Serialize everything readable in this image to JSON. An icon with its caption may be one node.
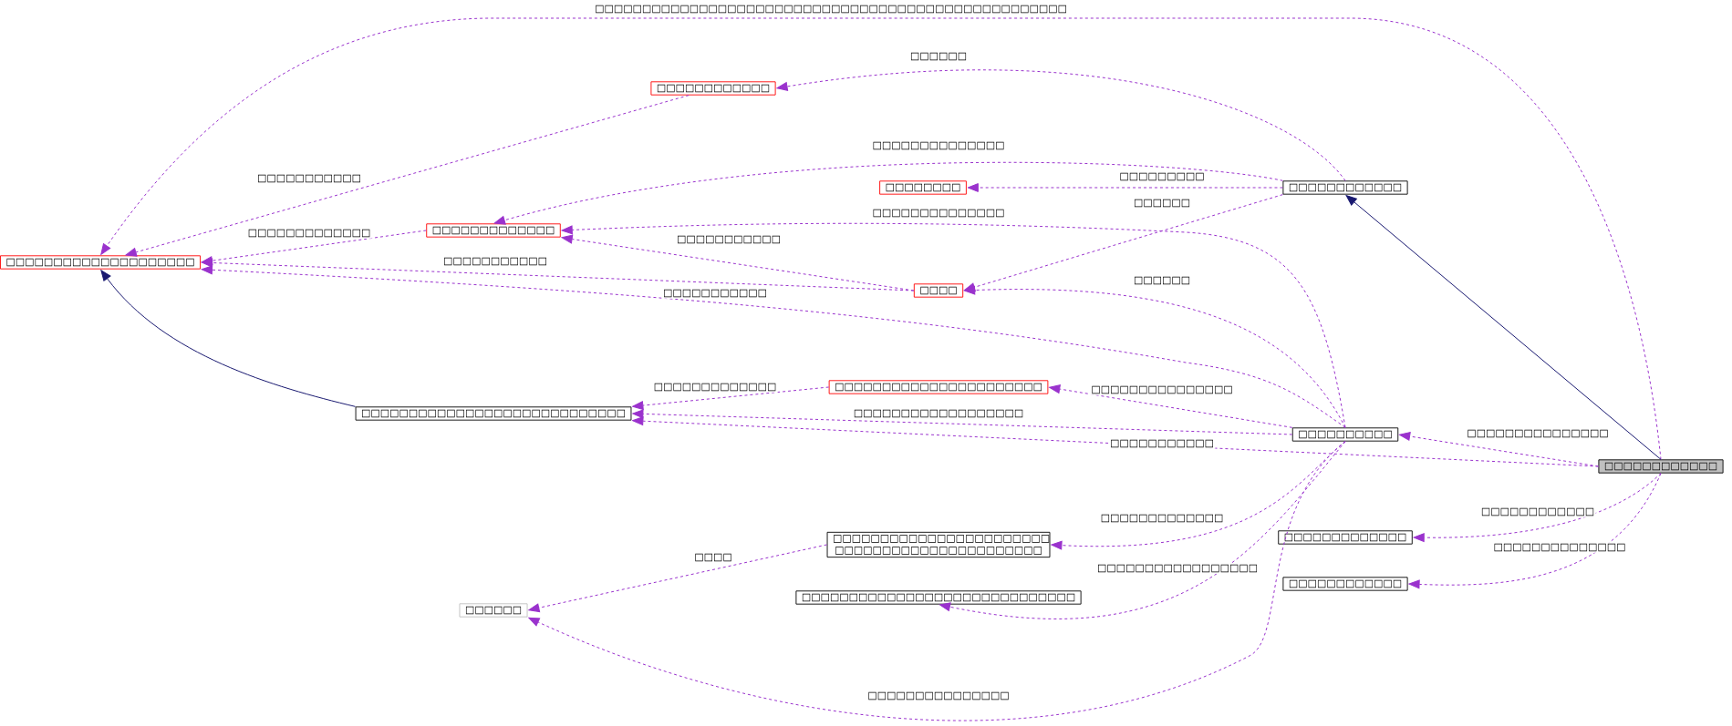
{
  "diagram": {
    "nodes": [
      {
        "text": [
          "□□□□□□□□□□□□□□□□□□□□"
        ]
      },
      {
        "text": [
          "□□□□□□□□□□□□"
        ]
      },
      {
        "text": [
          "□□□□□□□□□□□□□"
        ]
      },
      {
        "text": [
          "□□□□□□□□"
        ]
      },
      {
        "text": [
          "□□□□□□□□□□□□"
        ]
      },
      {
        "text": [
          "□□□□"
        ]
      },
      {
        "text": [
          "□□□□□□□□□□□□□□□□□□□□□□□□□□□□"
        ]
      },
      {
        "text": [
          "□□□□□□□□□□□□□□□□□□□□□□"
        ]
      },
      {
        "text": [
          "□□□□□□□□□□"
        ]
      },
      {
        "text": [
          "□□□□□□□□□□□□"
        ]
      },
      {
        "text": [
          "□□□□□□□□□□□□□□□□□□□□□□□ □□□□□□□□□□□□□□□□□□□□□□"
        ]
      },
      {
        "text": [
          "□□□□□□□□□□□□□"
        ]
      },
      {
        "text": [
          "□□□□□□□□□□□□"
        ]
      },
      {
        "text": [
          "□□□□□□□□□□□□□□□□□□□□□□□□□□□□□"
        ]
      },
      {
        "text": [
          "□□□□□□"
        ]
      }
    ],
    "edges": [
      {
        "from": 9,
        "to": 0,
        "arrow": "to",
        "style": "dashed",
        "label": "□□□□□□□□□□□□□□□□□□□□□□□□□□□□□□□□□□□□□□□□□□□□□□□□□□"
      },
      {
        "from": 1,
        "to": 0,
        "arrow": "to",
        "style": "dashed",
        "label": "□□□□□□□□□□□"
      },
      {
        "from": 4,
        "to": 1,
        "arrow": "to",
        "style": "dashed",
        "label": "□□□□□□"
      },
      {
        "from": 4,
        "to": 2,
        "arrow": "to",
        "style": "dashed",
        "label": "□□□□□□□□□□□□□□"
      },
      {
        "from": 4,
        "to": 3,
        "arrow": "to",
        "style": "dashed",
        "label": "□□□□□□□□□"
      },
      {
        "from": 4,
        "to": 5,
        "arrow": "to",
        "style": "dashed",
        "label": "□□□□□□"
      },
      {
        "from": 2,
        "to": 0,
        "arrow": "to",
        "style": "dashed",
        "label": "□□□□□□□□□□□□□"
      },
      {
        "from": 5,
        "to": 2,
        "arrow": "to",
        "style": "dashed",
        "label": "□□□□□□□□□□□"
      },
      {
        "from": 5,
        "to": 0,
        "arrow": "to",
        "style": "dashed",
        "label": "□□□□□□□□□□□"
      },
      {
        "from": 8,
        "to": 0,
        "arrow": "to",
        "style": "dashed",
        "label": "□□□□□□□□□□□"
      },
      {
        "from": 8,
        "to": 2,
        "arrow": "to",
        "style": "dashed",
        "label": "□□□□□□□□□□□□□□"
      },
      {
        "from": 8,
        "to": 5,
        "arrow": "to",
        "style": "dashed",
        "label": "□□□□□□"
      },
      {
        "from": 6,
        "to": 0,
        "arrow": "to",
        "color": "#191970"
      },
      {
        "from": 9,
        "to": 4,
        "arrow": "to",
        "color": "#191970"
      },
      {
        "from": 7,
        "to": 6,
        "arrow": "to",
        "style": "dashed",
        "label": "□□□□□□□□□□□□□"
      },
      {
        "from": 8,
        "to": 7,
        "arrow": "to",
        "style": "dashed",
        "label": "□□□□□□□□□□□□□□□"
      },
      {
        "from": 8,
        "to": 6,
        "arrow": "to",
        "style": "dashed",
        "label": "□□□□□□□□□□□□□□□□□□"
      },
      {
        "from": 9,
        "to": 6,
        "arrow": "to",
        "style": "dashed",
        "label": "□□□□□□□□□□□"
      },
      {
        "from": 9,
        "to": 8,
        "arrow": "to",
        "style": "dashed",
        "label": "□□□□□□□□□□□□□□□"
      },
      {
        "from": 8,
        "to": 10,
        "arrow": "to",
        "style": "dashed",
        "label": "□□□□□□□□□□□□□"
      },
      {
        "from": 10,
        "to": 14,
        "arrow": "to",
        "style": "dashed",
        "label": "□□□□"
      },
      {
        "from": 8,
        "to": 13,
        "arrow": "to",
        "style": "dashed",
        "label": "□□□□□□□□□□□□□□□□□"
      },
      {
        "from": 8,
        "to": 14,
        "arrow": "to",
        "style": "dashed",
        "label": "□□□□□□□□□□□□□□□"
      },
      {
        "from": 9,
        "to": 11,
        "arrow": "to",
        "style": "dashed",
        "label": "□□□□□□□□□□□□"
      },
      {
        "from": 9,
        "to": 12,
        "arrow": "to",
        "style": "dashed",
        "label": "□□□□□□□□□□□□□□"
      }
    ]
  }
}
